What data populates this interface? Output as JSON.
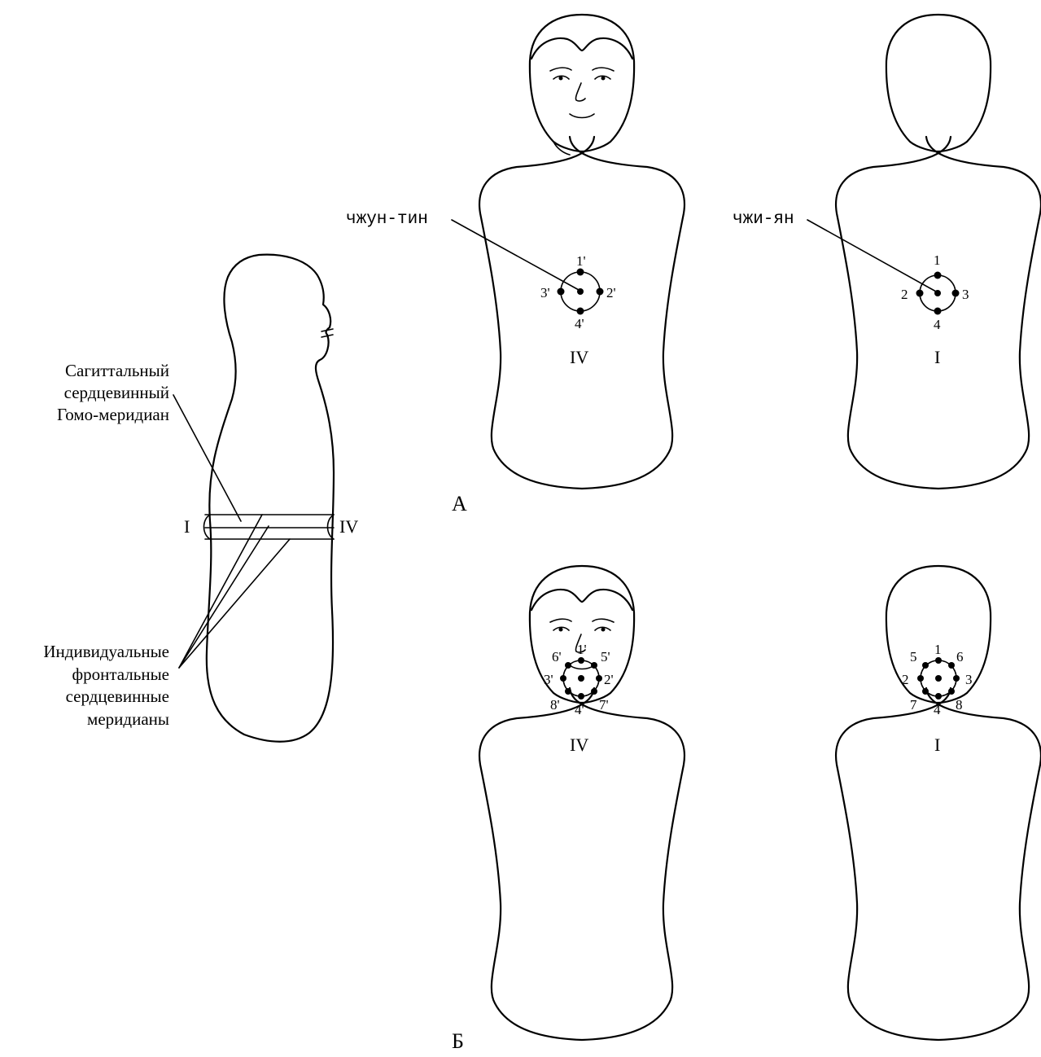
{
  "side_view": {
    "label_sagittal": [
      "Сагиттальный",
      "сердцевинный",
      "Гомо-меридиан"
    ],
    "label_frontal": [
      "Индивидуальные",
      "фронтальные",
      "сердцевинные",
      "меридианы"
    ],
    "left_roman": "I",
    "right_roman": "IV"
  },
  "panel_a": {
    "letter": "А",
    "front": {
      "point_label": "чжун-тин",
      "roman": "IV",
      "points": [
        "1'",
        "2'",
        "3'",
        "4'"
      ]
    },
    "back": {
      "point_label": "чжи-ян",
      "roman": "I",
      "points": [
        "1",
        "2",
        "3",
        "4"
      ]
    }
  },
  "panel_b": {
    "letter": "Б",
    "front": {
      "roman": "IV",
      "points": [
        "1'",
        "2'",
        "3'",
        "4'",
        "5'",
        "6'",
        "7'",
        "8'"
      ]
    },
    "back": {
      "roman": "I",
      "points": [
        "1",
        "2",
        "3",
        "4",
        "5",
        "6",
        "7",
        "8"
      ]
    }
  }
}
